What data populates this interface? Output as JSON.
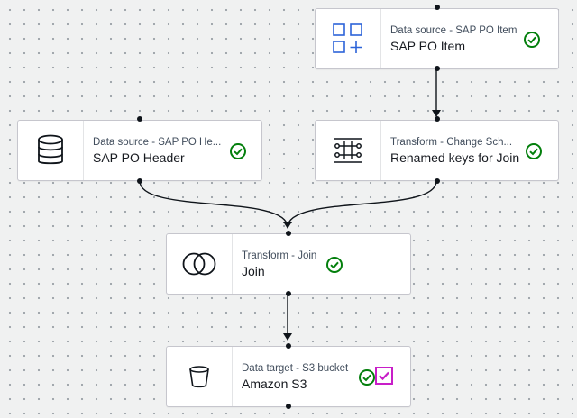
{
  "nodes": [
    {
      "id": "sap-po-item",
      "subtitle": "Data source - SAP PO Item",
      "title": "SAP PO Item",
      "icon": "grid-plus-icon",
      "status": "success"
    },
    {
      "id": "sap-po-header",
      "subtitle": "Data source - SAP PO He...",
      "title": "SAP PO Header",
      "icon": "database-icon",
      "status": "success"
    },
    {
      "id": "rename-keys",
      "subtitle": "Transform - Change Sch...",
      "title": "Renamed keys for Join",
      "icon": "change-schema-icon",
      "status": "success"
    },
    {
      "id": "join",
      "subtitle": "Transform - Join",
      "title": "Join",
      "icon": "join-icon",
      "status": "success"
    },
    {
      "id": "amazon-s3",
      "subtitle": "Data target - S3 bucket",
      "title": "Amazon S3",
      "icon": "bucket-icon",
      "status": "success",
      "selected": true
    }
  ],
  "colors": {
    "success": "#037f0c",
    "selection": "#c81ec8",
    "icon": "#0f141a",
    "edge": "#0f141a",
    "canvas": "#f0f1f1"
  }
}
